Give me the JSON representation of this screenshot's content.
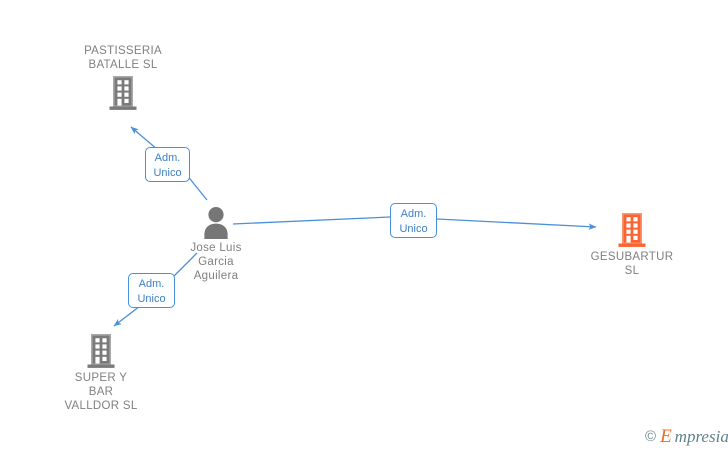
{
  "diagram": {
    "type": "corporate-relationship-graph",
    "background_color": "#ffffff",
    "node_label_color": "#808080",
    "edge_color": "#4a90d9",
    "relation_box_border_color": "#4a90d9",
    "relation_box_text_color": "#3f7fc4",
    "company_icon_color": "#7a7a7a",
    "company_icon_highlight_color": "#fa6432",
    "person_icon_color": "#767676",
    "nodes": [
      {
        "id": "pastisseria",
        "kind": "company",
        "icon": "building-icon",
        "icon_color": "#7a7a7a",
        "label": "PASTISSERIA\nBATALLE  SL",
        "label_position": "above"
      },
      {
        "id": "person",
        "kind": "person",
        "icon": "person-icon",
        "icon_color": "#767676",
        "label": "Jose Luis\nGarcia\nAguilera",
        "label_position": "below"
      },
      {
        "id": "gesubartur",
        "kind": "company",
        "icon": "building-icon",
        "icon_color": "#fa6432",
        "label": "GESUBARTUR\nSL",
        "label_position": "below"
      },
      {
        "id": "supervalldor",
        "kind": "company",
        "icon": "building-icon",
        "icon_color": "#7a7a7a",
        "label": "SUPER Y\nBAR\nVALLDOR  SL",
        "label_position": "below"
      }
    ],
    "edges": [
      {
        "id": "edge-person-pastisseria",
        "from": "person",
        "to": "pastisseria",
        "relation_label": "Adm.\nUnico",
        "arrow": "to"
      },
      {
        "id": "edge-person-gesubartur",
        "from": "person",
        "to": "gesubartur",
        "relation_label": "Adm.\nUnico",
        "arrow": "to"
      },
      {
        "id": "edge-person-supervalldor",
        "from": "person",
        "to": "supervalldor",
        "relation_label": "Adm.\nUnico",
        "arrow": "to"
      }
    ]
  },
  "watermark": {
    "copyright": "©",
    "brand_initial": "E",
    "brand_rest": "mpresia"
  }
}
